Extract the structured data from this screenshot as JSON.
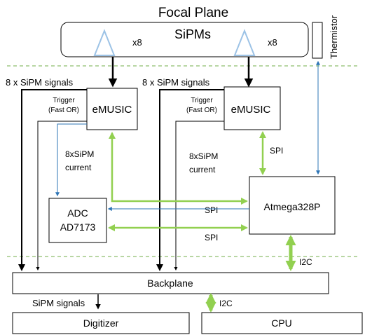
{
  "title": "Focal Plane",
  "sipms": {
    "label": "SiPMs",
    "count_left": "x8",
    "count_right": "x8"
  },
  "thermistor": "Thermistor",
  "signals_left": "8 x SiPM signals",
  "signals_right": "8 x SiPM signals",
  "emusic_left": {
    "label": "eMUSIC",
    "trigger_line1": "Trigger",
    "trigger_line2": "(Fast OR)"
  },
  "emusic_right": {
    "label": "eMUSIC",
    "trigger_line1": "Trigger",
    "trigger_line2": "(Fast OR)"
  },
  "current_left": {
    "line1": "8xSiPM",
    "line2": "current"
  },
  "current_right": {
    "line1": "8xSiPM",
    "line2": "current"
  },
  "spi_right": "SPI",
  "spi_upper": "SPI",
  "spi_lower": "SPI",
  "adc": {
    "line1": "ADC",
    "line2": "AD7173"
  },
  "mcu": "Atmega328P",
  "i2c_mcu": "I2C",
  "backplane": "Backplane",
  "i2c_cpu": "I2C",
  "sipm_signals_out": "SiPM signals",
  "digitizer": "Digitizer",
  "cpu": "CPU",
  "colors": {
    "green": "#92d050",
    "blue": "#2e75b6",
    "dashed": "#70ad47",
    "triangle": "#9dc3e6",
    "black": "#000000"
  }
}
